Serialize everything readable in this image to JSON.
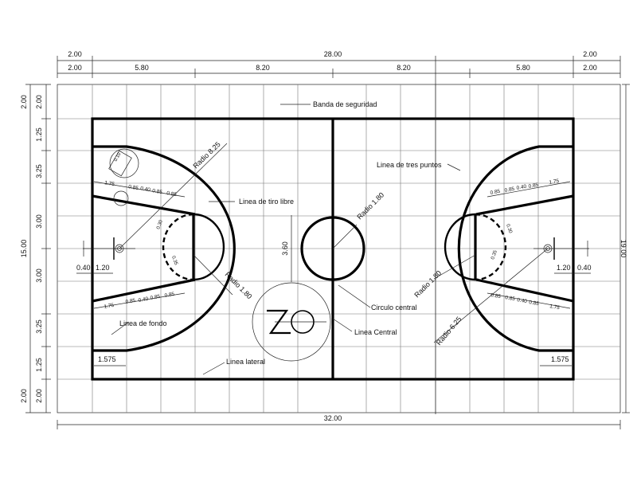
{
  "dimensions": {
    "top_row1": [
      "2.00",
      "28.00",
      "2.00"
    ],
    "top_row2": [
      "2.00",
      "5.80",
      "8.20",
      "8.20",
      "5.80",
      "2.00"
    ],
    "left_outer": "15.00",
    "left_inner": [
      "2.00",
      "1.25",
      "3.25",
      "3.00",
      "3.00",
      "3.25",
      "1.25",
      "2.00"
    ],
    "right_total": "19.00",
    "bottom_total": "32.00"
  },
  "labels": {
    "safety_band": "Banda de seguridad",
    "three_point_line": "Linea de tres puntos",
    "free_throw_line": "Linea de tiro libre",
    "end_line": "Linea de fondo",
    "side_line": "Linea lateral",
    "center_circle": "Circulo central",
    "center_line": "Linea Central"
  },
  "radii": {
    "r825": "Radio 8.25",
    "r180_center": "Radio 1.80",
    "r180_ft": "Radio 1.80",
    "r180_right": "Radio 1.80",
    "r625": "Radio 6.25"
  },
  "key_dims": {
    "ft_distances": [
      "0.85",
      "0.85",
      "0.40",
      "0.85",
      "1.75"
    ],
    "left_upper": [
      "1.75",
      "0.85",
      "0.40",
      "0.85",
      "0.85"
    ],
    "left_lower": [
      "1.75",
      "0.85",
      "0.40",
      "0.85",
      "0.85"
    ],
    "right_upper": [
      "0.85",
      "0.85",
      "0.40",
      "0.85",
      "1.75"
    ],
    "right_lower": [
      "0.85",
      "0.85",
      "0.40",
      "0.85",
      "1.75"
    ],
    "center_height": "3.60",
    "corner_left": "1.575",
    "corner_right": "1.575",
    "backboard_left_a": "0.40",
    "backboard_left_b": "1.20",
    "backboard_right_a": "1.20",
    "backboard_right_b": "0.40",
    "small_dim_a": "0.30",
    "small_dim_b": "0.35",
    "small_dim_c": "0.35",
    "small_dim_d": "0.30",
    "small_box": "0.10"
  }
}
